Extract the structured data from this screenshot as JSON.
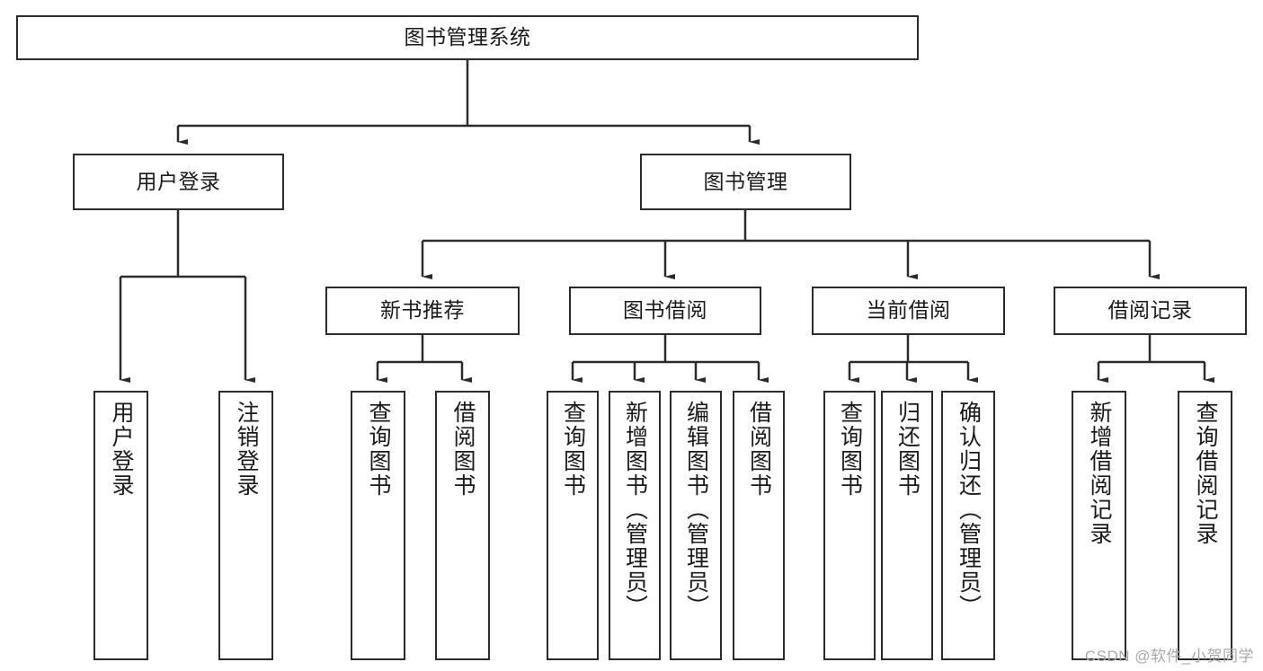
{
  "diagram": {
    "title": "图书管理系统",
    "type": "tree-hierarchy-chart",
    "line_color": "#2b2b2b",
    "box_fill": "#ffffff",
    "text_color": "#1a1a1a"
  },
  "root": {
    "label": "图书管理系统"
  },
  "level2": [
    {
      "label": "用户登录"
    },
    {
      "label": "图书管理"
    }
  ],
  "level3": [
    {
      "label": "新书推荐"
    },
    {
      "label": "图书借阅"
    },
    {
      "label": "当前借阅"
    },
    {
      "label": "借阅记录"
    }
  ],
  "leaves": {
    "user_login": [
      {
        "label": "用户登录"
      },
      {
        "label": "注销登录"
      }
    ],
    "new_book": [
      {
        "label": "查询图书"
      },
      {
        "label": "借阅图书"
      }
    ],
    "book_borrow": [
      {
        "label": "查询图书"
      },
      {
        "label": "新增图书（管理员）"
      },
      {
        "label": "编辑图书（管理员）"
      },
      {
        "label": "借阅图书"
      }
    ],
    "current_borrow": [
      {
        "label": "查询图书"
      },
      {
        "label": "归还图书"
      },
      {
        "label": "确认归还（管理员）"
      }
    ],
    "borrow_record": [
      {
        "label": "新增借阅记录"
      },
      {
        "label": "查询借阅记录"
      }
    ]
  },
  "watermark": {
    "text": "CSDN @软件_小贺同学"
  }
}
